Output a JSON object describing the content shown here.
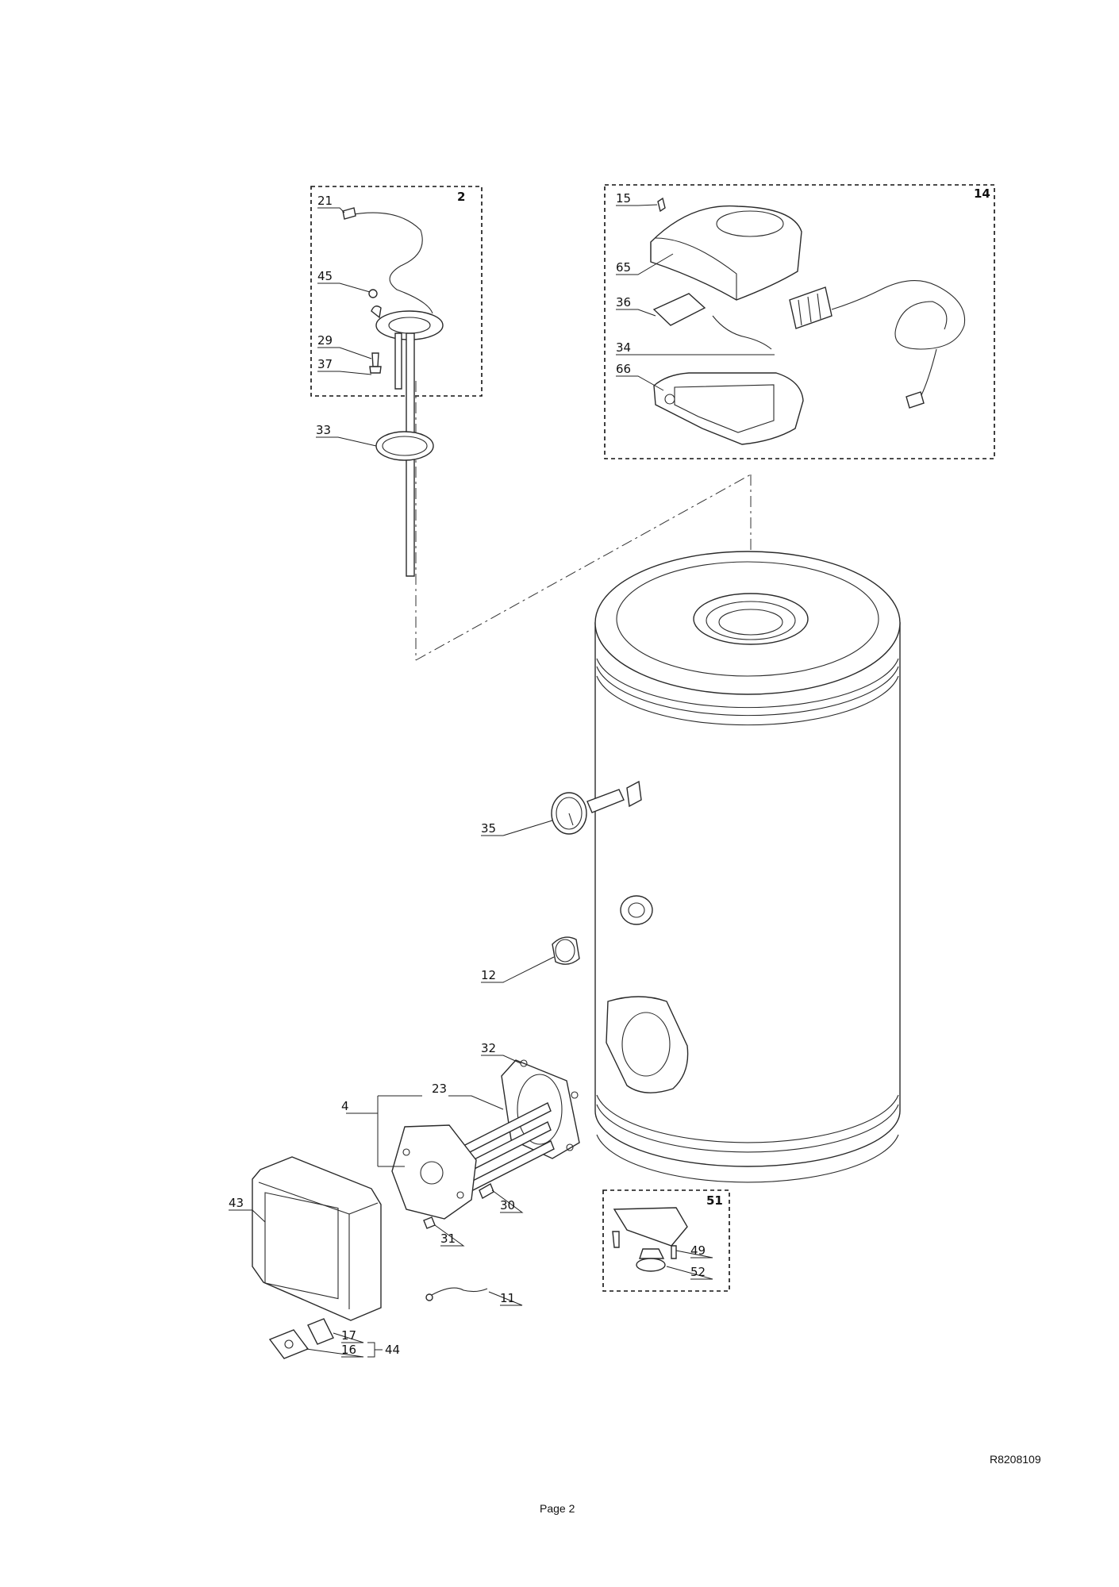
{
  "groups": {
    "g2": "2",
    "g14": "14",
    "g51": "51"
  },
  "parts": {
    "p21": "21",
    "p45": "45",
    "p29": "29",
    "p37": "37",
    "p33": "33",
    "p15": "15",
    "p65": "65",
    "p36": "36",
    "p34": "34",
    "p66": "66",
    "p35": "35",
    "p12": "12",
    "p32": "32",
    "p23": "23",
    "p4": "4",
    "p43": "43",
    "p30": "30",
    "p31": "31",
    "p49": "49",
    "p52": "52",
    "p11": "11",
    "p17": "17",
    "p44": "44",
    "p16": "16"
  },
  "document": {
    "drawing_ref": "R8208109",
    "page_label": "Page 2"
  }
}
